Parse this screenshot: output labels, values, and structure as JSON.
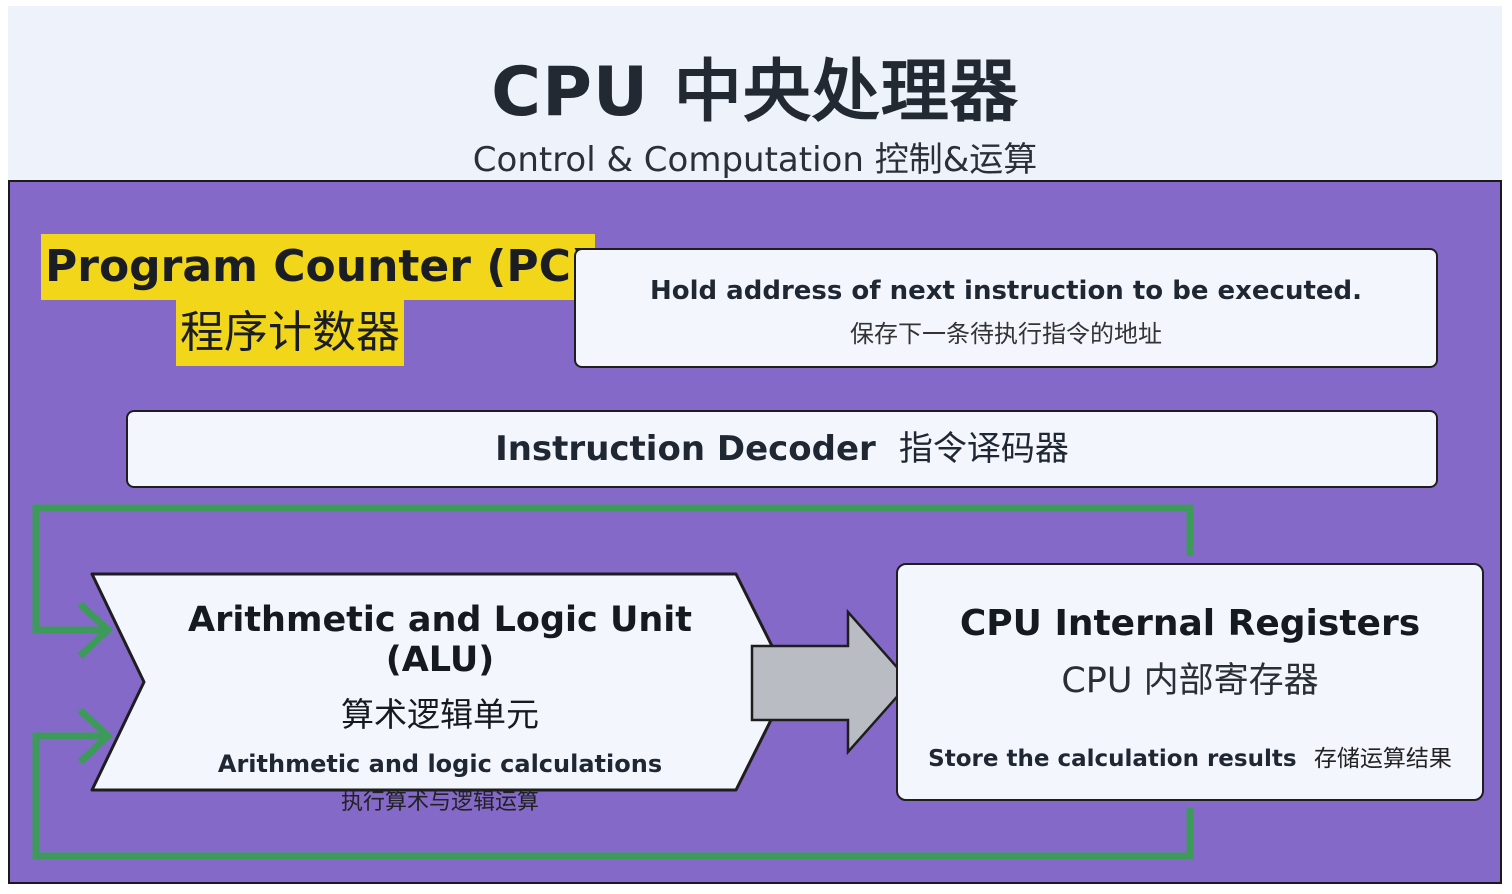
{
  "header": {
    "title": "CPU 中央处理器",
    "subtitle": "Control & Computation 控制&运算"
  },
  "program_counter": {
    "title": "Program Counter (PC)",
    "title_zh": "程序计数器",
    "description": "Hold address of next instruction to be executed.",
    "description_zh": "保存下一条待执行指令的地址"
  },
  "instruction_decoder": {
    "label": "Instruction Decoder",
    "label_zh": "指令译码器"
  },
  "alu": {
    "title": "Arithmetic and Logic Unit (ALU)",
    "title_zh": "算术逻辑单元",
    "description": "Arithmetic and logic calculations",
    "description_zh": "执行算术与逻辑运算"
  },
  "registers": {
    "title": "CPU Internal Registers",
    "title_zh": "CPU 内部寄存器",
    "description": "Store the calculation results",
    "description_zh": "存储运算结果"
  },
  "colors": {
    "panel_bg": "#8469c9",
    "header_bg": "#eef2fa",
    "highlight": "#f1d619",
    "loop_arrow": "#3e9a5a",
    "flow_arrow": "#b9bcc2"
  }
}
